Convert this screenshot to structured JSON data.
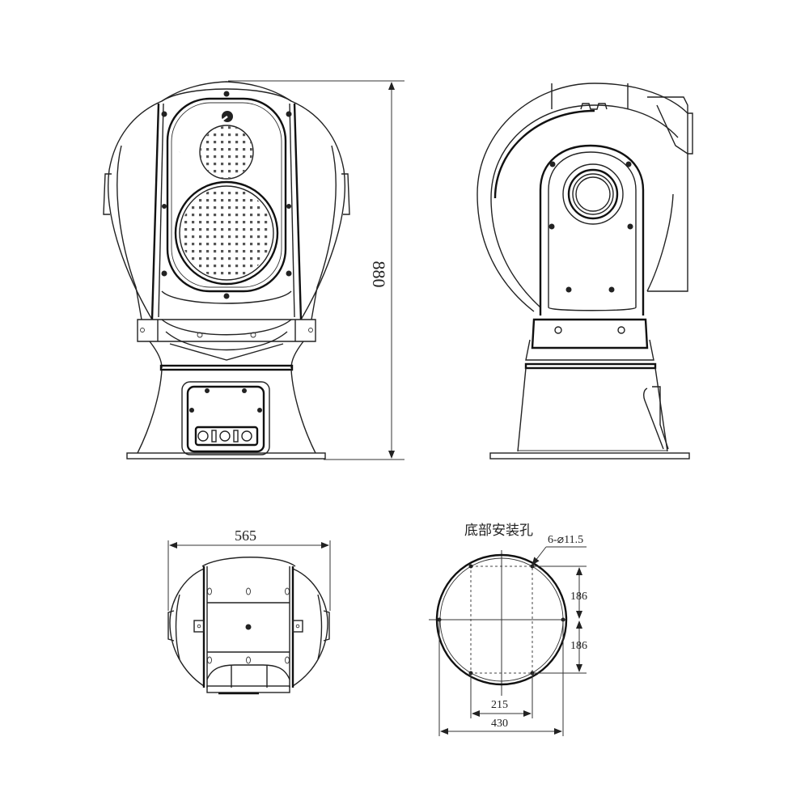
{
  "drawing": {
    "subject": "PTZ dual-sensor camera dimension drawing",
    "views": [
      {
        "id": "front-view",
        "label": ""
      },
      {
        "id": "side-view",
        "label": ""
      },
      {
        "id": "top-view",
        "label": ""
      },
      {
        "id": "base-mounting-view",
        "label": "底部安装孔"
      }
    ],
    "dimensions": {
      "height": "880",
      "width": "565",
      "hole_spec": "6-⌀11.5",
      "hole_spacing_v1": "186",
      "hole_spacing_v2": "186",
      "hole_spacing_h": "215",
      "base_diameter": "430"
    },
    "labels": {
      "base_mounting_holes": "底部安装孔"
    },
    "colors": {
      "line": "#222222",
      "background": "#ffffff"
    }
  }
}
